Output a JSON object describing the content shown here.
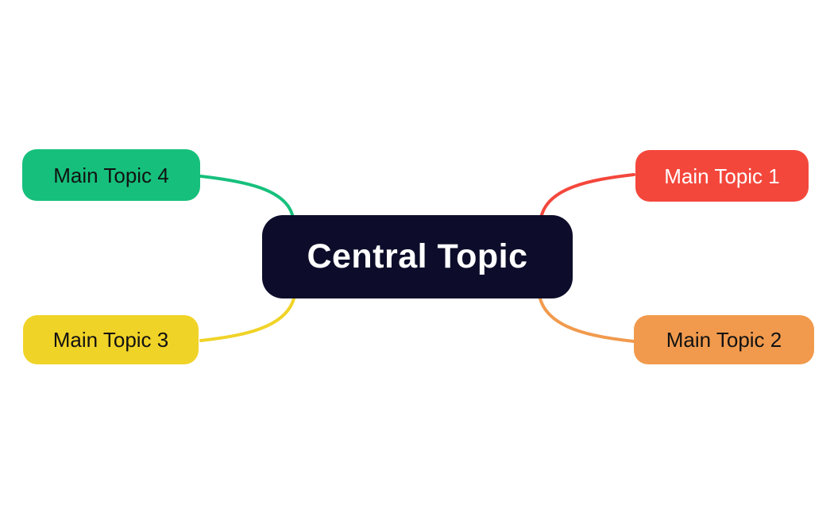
{
  "diagram": {
    "type": "mindmap",
    "background_color": "#FFFFFF",
    "central": {
      "label": "Central Topic",
      "color": "#0D0D2B",
      "text_color": "#FFFFFF"
    },
    "topics": [
      {
        "label": "Main Topic 1",
        "position": "top-right",
        "color": "#F4473C",
        "text_color": "#FFFFFF"
      },
      {
        "label": "Main Topic 2",
        "position": "bottom-right",
        "color": "#F19A4D",
        "text_color": "#121212"
      },
      {
        "label": "Main Topic 3",
        "position": "bottom-left",
        "color": "#F0D327",
        "text_color": "#121212"
      },
      {
        "label": "Main Topic 4",
        "position": "top-left",
        "color": "#16C07C",
        "text_color": "#121212"
      }
    ]
  }
}
